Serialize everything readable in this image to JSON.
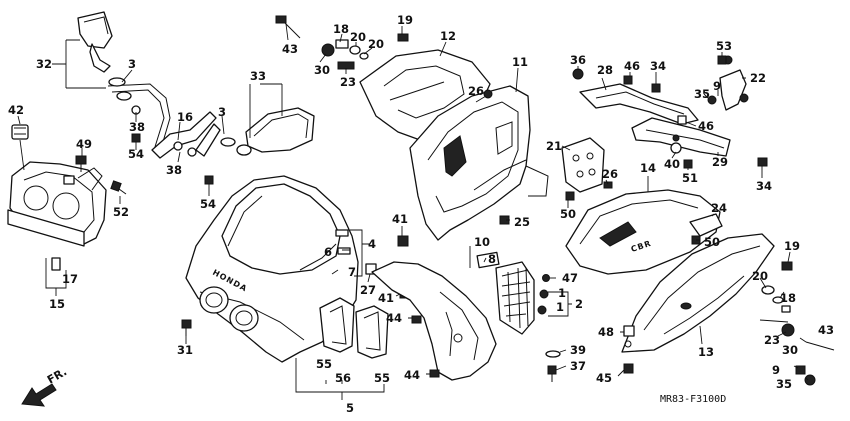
{
  "diagram": {
    "callouts": {
      "c1": "1",
      "c1b": "1",
      "c2": "2",
      "c3a": "3",
      "c3b": "3",
      "c4": "4",
      "c5": "5",
      "c6": "6",
      "c7": "7",
      "c8": "8",
      "c9a": "9",
      "c9b": "9",
      "c10": "10",
      "c11": "11",
      "c12": "12",
      "c13": "13",
      "c14": "14",
      "c15": "15",
      "c16": "16",
      "c17": "17",
      "c18a": "18",
      "c18b": "18",
      "c19a": "19",
      "c19b": "19",
      "c20a": "20",
      "c20b": "20",
      "c20c": "20",
      "c21": "21",
      "c22": "22",
      "c23a": "23",
      "c23b": "23",
      "c24": "24",
      "c25": "25",
      "c26a": "26",
      "c26b": "26",
      "c27": "27",
      "c28": "28",
      "c29": "29",
      "c30a": "30",
      "c30b": "30",
      "c31": "31",
      "c32": "32",
      "c33": "33",
      "c34a": "34",
      "c34b": "34",
      "c35a": "35",
      "c35b": "35",
      "c36": "36",
      "c37": "37",
      "c38a": "38",
      "c38b": "38",
      "c39": "39",
      "c40": "40",
      "c41a": "41",
      "c41b": "41",
      "c42": "42",
      "c43a": "43",
      "c43b": "43",
      "c44a": "44",
      "c44b": "44",
      "c45": "45",
      "c46a": "46",
      "c46b": "46",
      "c47": "47",
      "c48": "48",
      "c49": "49",
      "c50a": "50",
      "c50b": "50",
      "c51": "51",
      "c52": "52",
      "c53": "53",
      "c54a": "54",
      "c54b": "54",
      "c55a": "55",
      "c55b": "55",
      "c56": "56"
    },
    "brand_text": "HONDA",
    "model_text": "CBR",
    "direction_label": "FR.",
    "drawing_code": "MR83-F3100D"
  }
}
